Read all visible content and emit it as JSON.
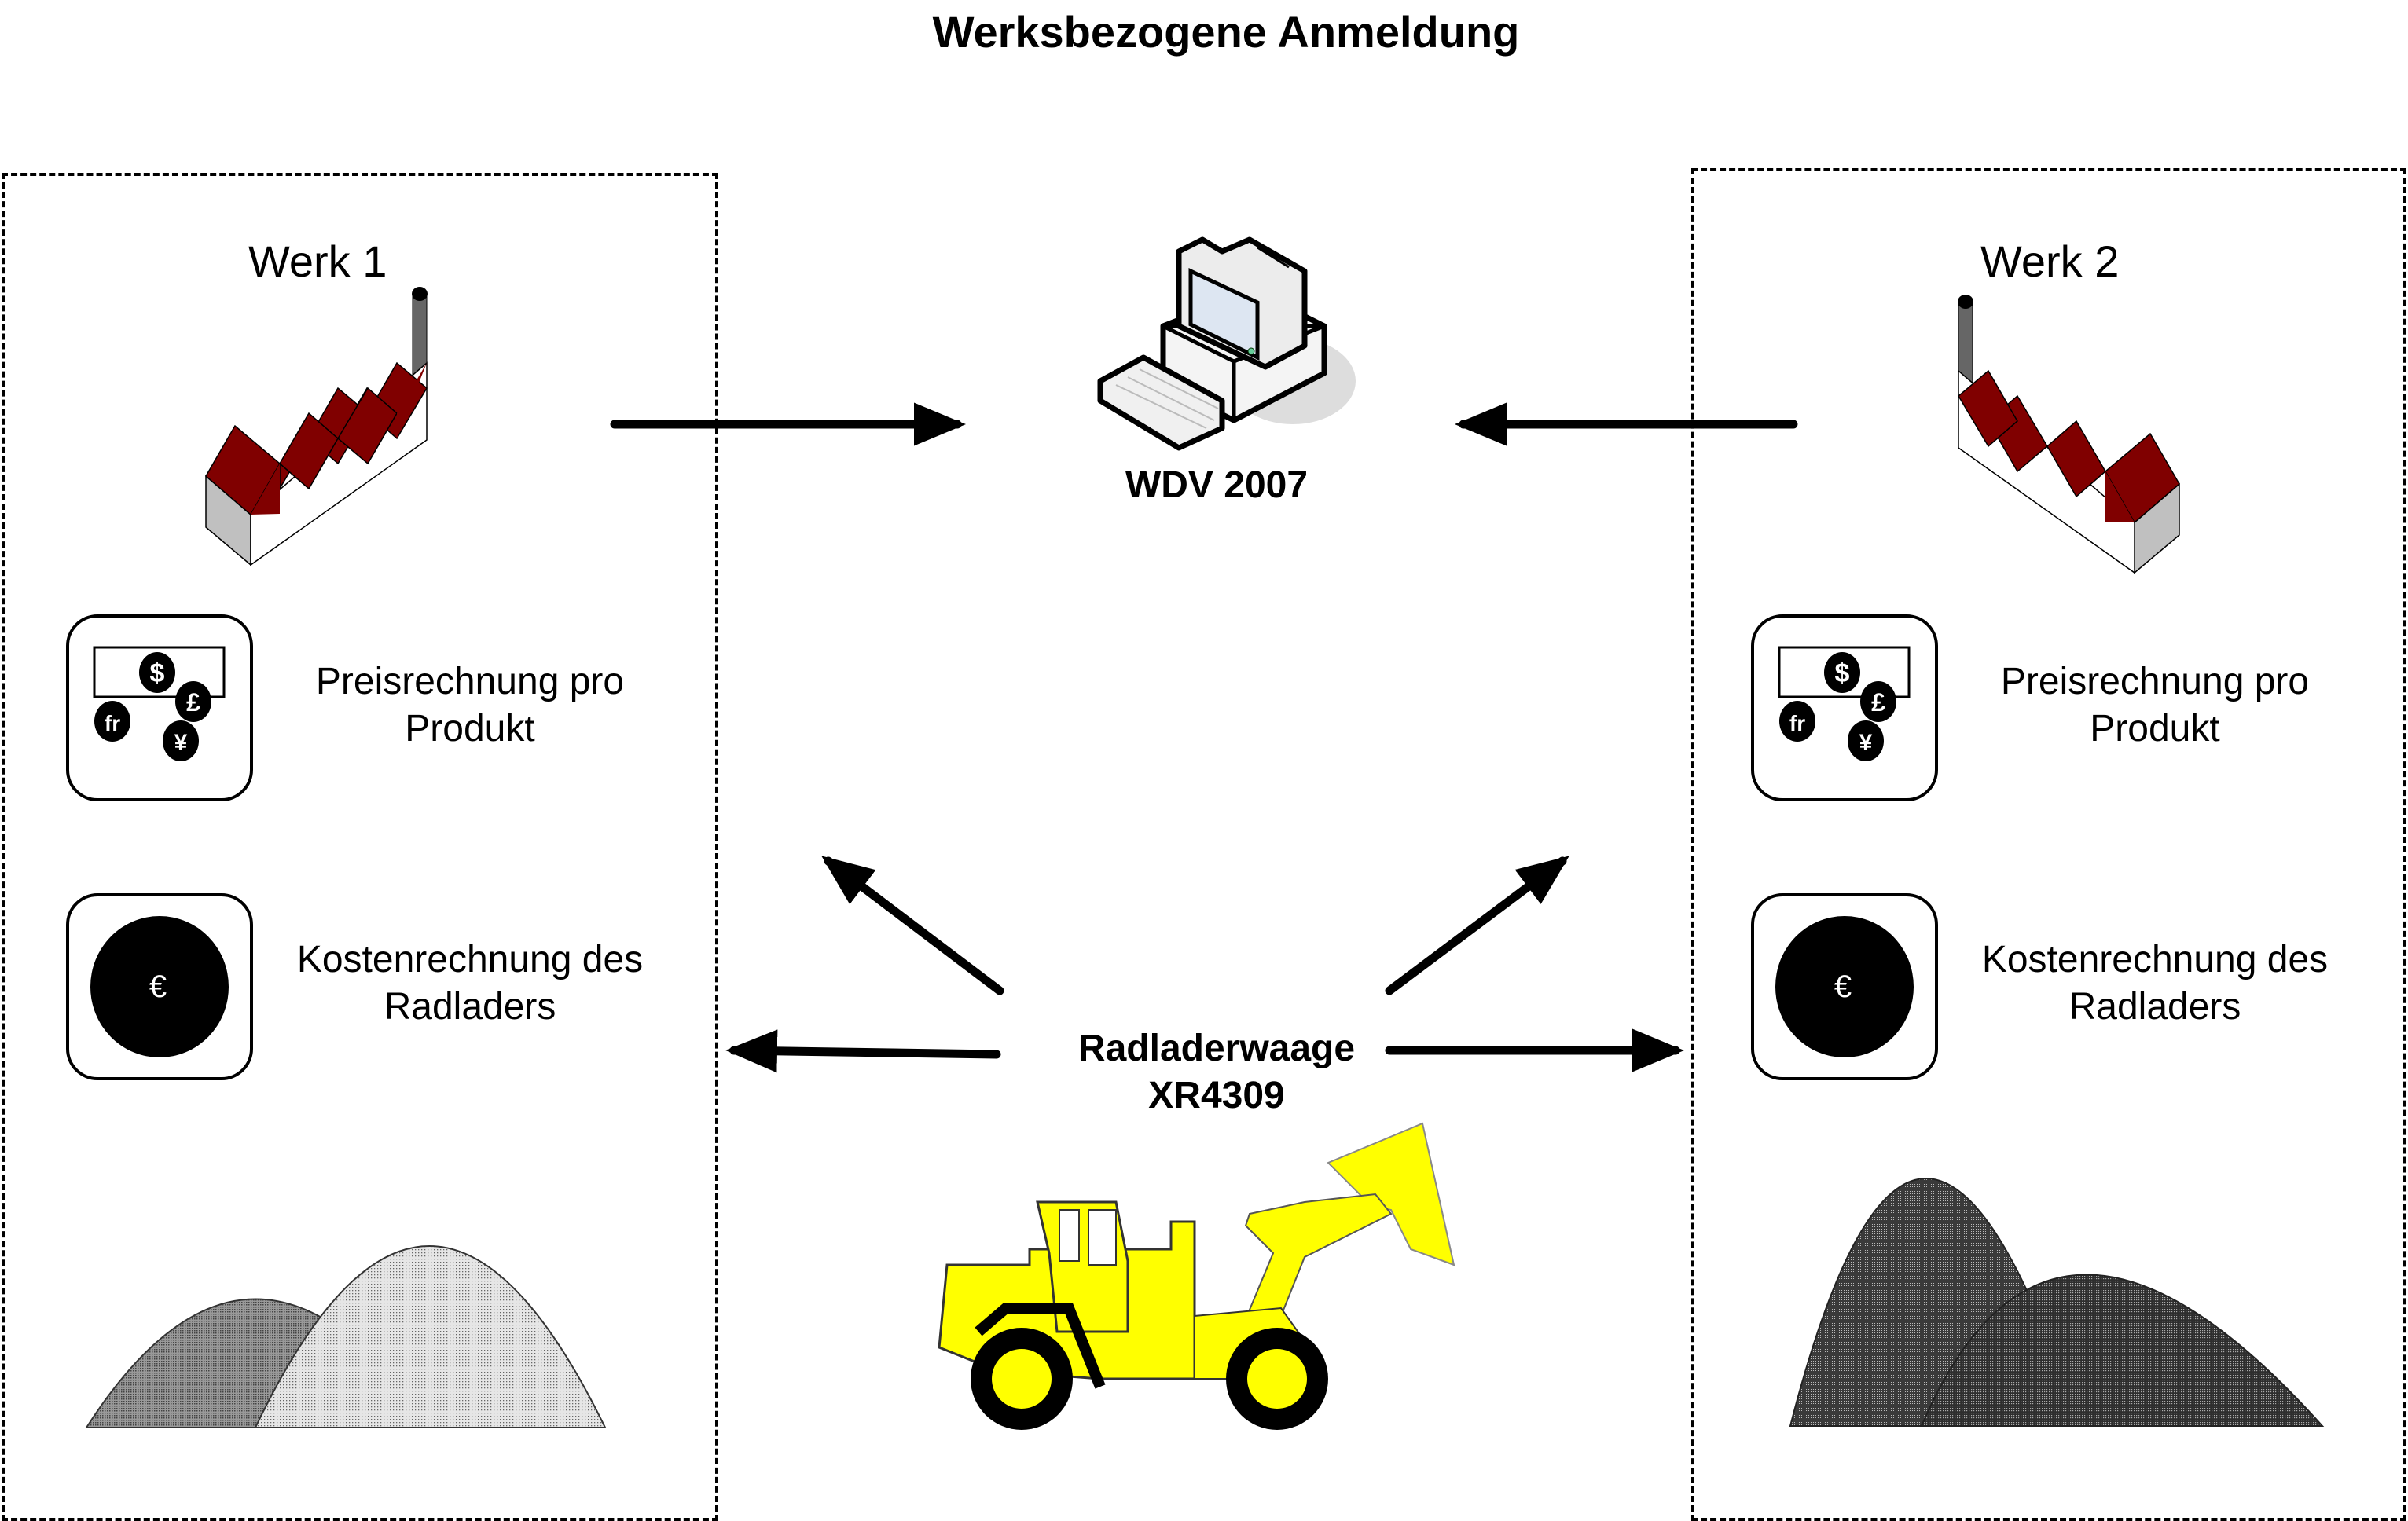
{
  "title": "Werksbezogene Anmeldung",
  "center": {
    "server_label": "WDV 2007",
    "server_icon": "desktop-computer-icon",
    "device_label_line1": "Radladerwaage",
    "device_label_line2": "XR4309",
    "device_icon": "wheel-loader-icon"
  },
  "plants": [
    {
      "label": "Werk 1",
      "icon": "factory-icon",
      "features": [
        {
          "line1": "Preisrechnung pro",
          "line2": "Produkt",
          "icon": "currency-coins-icon",
          "coins": [
            "$",
            "£",
            "fr",
            "¥"
          ]
        },
        {
          "line1": "Kostenrechnung des",
          "line2": "Radladers",
          "icon": "euro-coin-icon",
          "symbol": "€"
        }
      ],
      "stockpiles": "material-piles-icon"
    },
    {
      "label": "Werk 2",
      "icon": "factory-icon",
      "features": [
        {
          "line1": "Preisrechnung pro",
          "line2": "Produkt",
          "icon": "currency-coins-icon",
          "coins": [
            "$",
            "£",
            "fr",
            "¥"
          ]
        },
        {
          "line1": "Kostenrechnung des",
          "line2": "Radladers",
          "icon": "euro-coin-icon",
          "symbol": "€"
        }
      ],
      "stockpiles": "material-piles-icon"
    }
  ],
  "connections": [
    {
      "from": "Werk 1",
      "to": "WDV 2007"
    },
    {
      "from": "Werk 2",
      "to": "WDV 2007"
    },
    {
      "from": "Radladerwaage XR4309",
      "to": "WDV 2007 (left)"
    },
    {
      "from": "Radladerwaage XR4309",
      "to": "WDV 2007 (right)"
    },
    {
      "from": "Radladerwaage XR4309",
      "to": "Werk 1"
    },
    {
      "from": "Radladerwaage XR4309",
      "to": "Werk 2"
    }
  ],
  "colors": {
    "roof": "#800000",
    "chimney": "#666666",
    "wall_side": "#c0c0c0",
    "loader": "#ffff00",
    "pile_dark": "#444444",
    "pile_mid": "#808080",
    "pile_light": "#dcdcdc"
  }
}
